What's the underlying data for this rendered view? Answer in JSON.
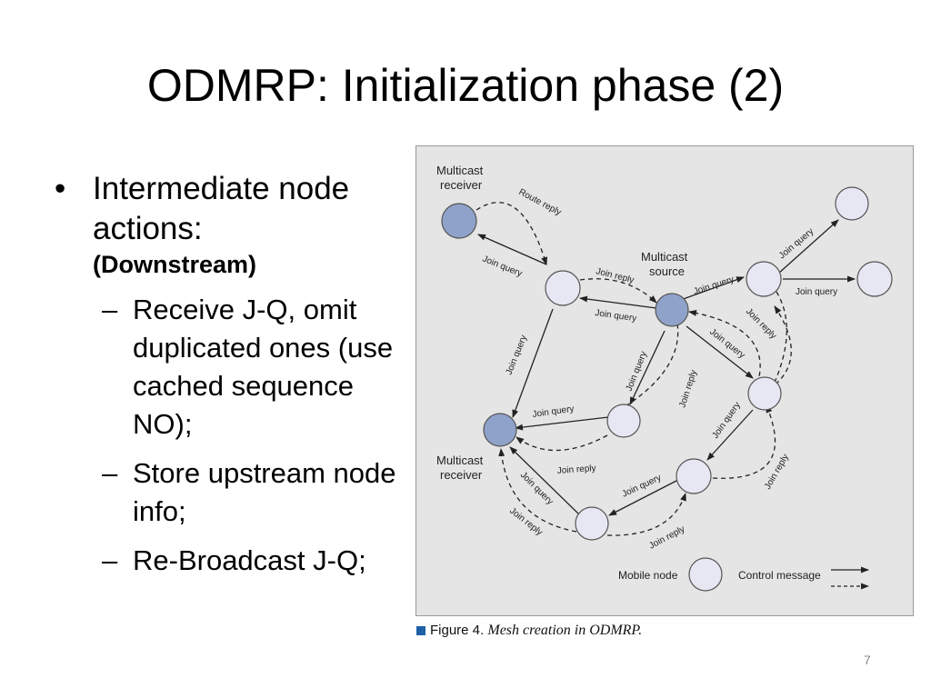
{
  "slide": {
    "title": "ODMRP: Initialization phase (2)",
    "page_number": "7"
  },
  "bullets": {
    "main": {
      "text": "Intermediate node actions:",
      "subtext": "(Downstream)"
    },
    "items": [
      "Receive J-Q, omit duplicated ones (use cached sequence NO);",
      "Store upstream node info;",
      "Re-Broadcast J-Q;"
    ]
  },
  "figure": {
    "caption_label": "Figure 4.",
    "caption_text": "Mesh creation in ODMRP.",
    "node_labels": {
      "receiver_top": [
        "Multicast",
        "receiver"
      ],
      "source": [
        "Multicast",
        "source"
      ],
      "receiver_bottom": [
        "Multicast",
        "receiver"
      ]
    },
    "edge_labels": {
      "route_reply": "Route reply",
      "join_query": "Join query",
      "join_reply": "Join reply"
    },
    "legend": {
      "mobile_node": "Mobile node",
      "control_message": "Control message"
    },
    "colors": {
      "background": "#e5e5e5",
      "member_node": "#8fa2c9",
      "regular_node": "#e6e7f3",
      "caption_square": "#1f5fa8"
    }
  }
}
